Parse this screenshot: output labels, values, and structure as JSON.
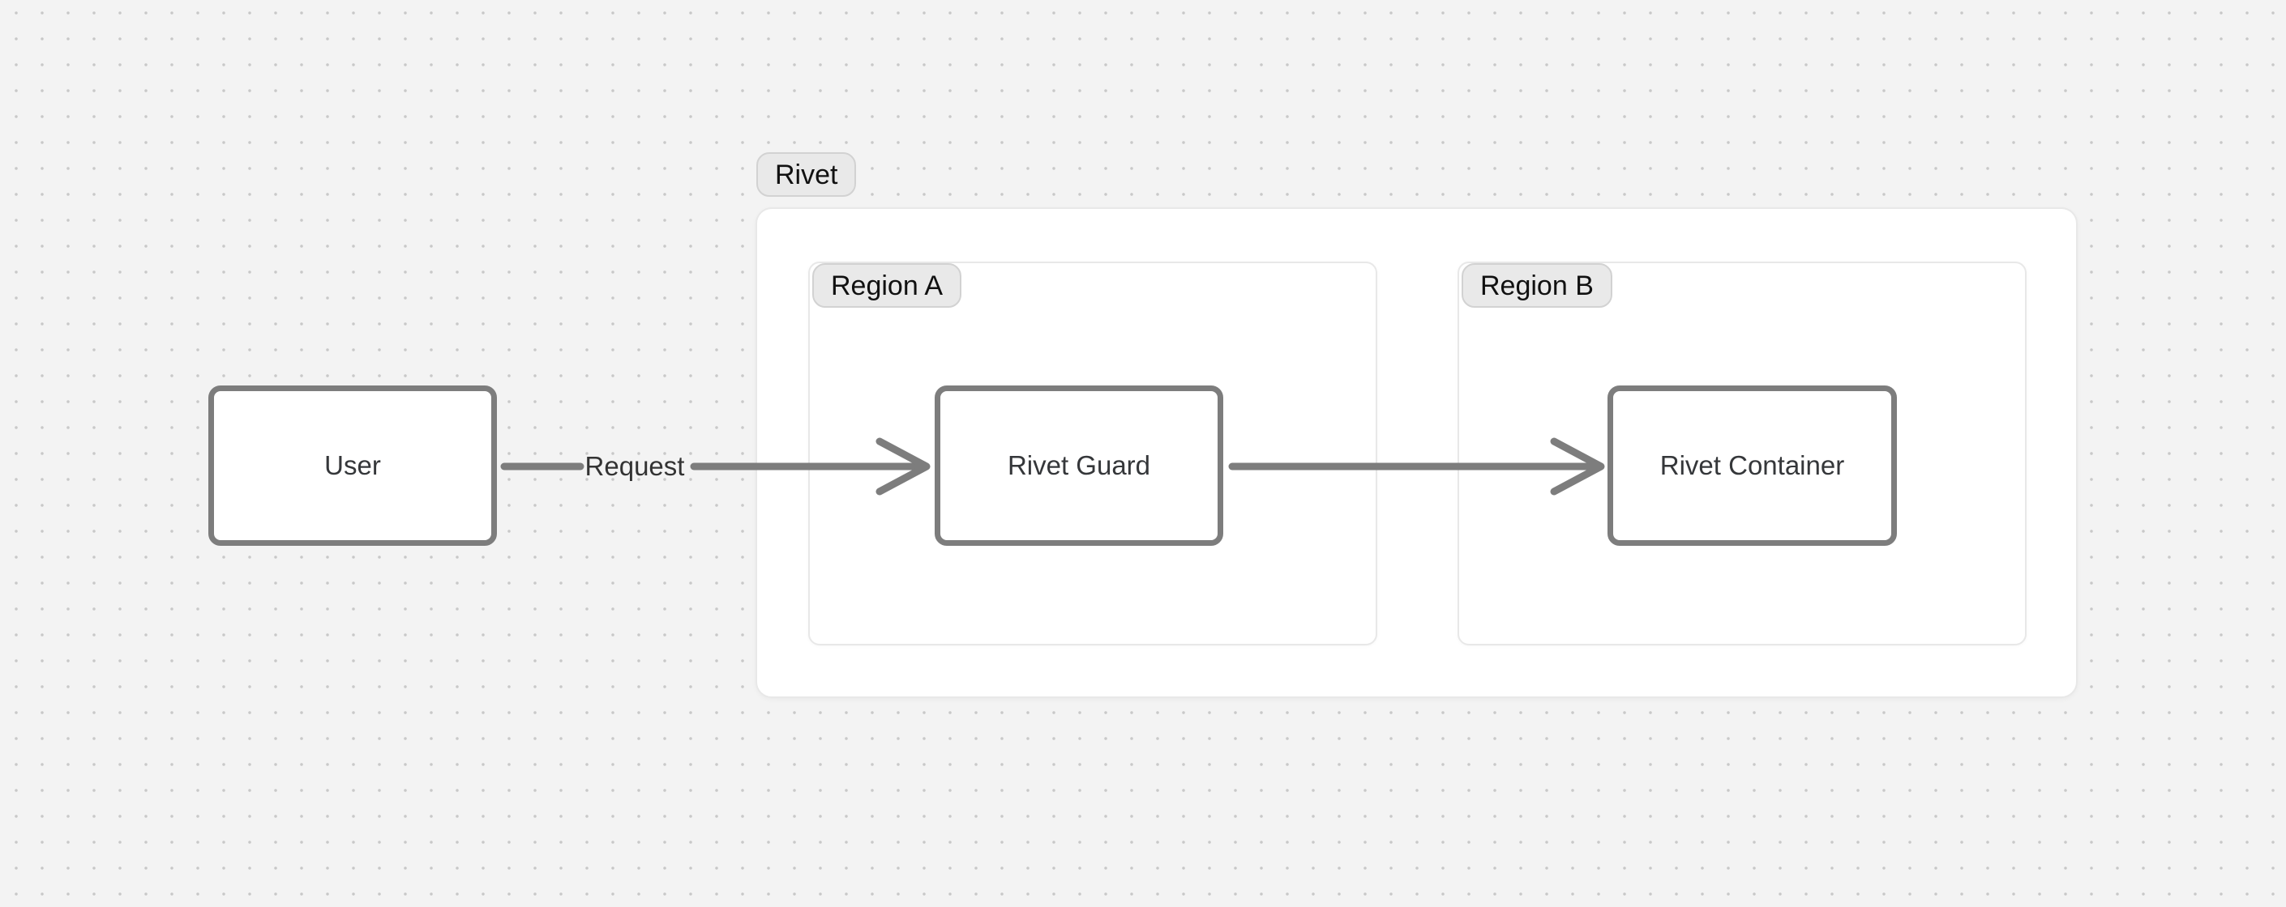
{
  "colors": {
    "canvas_bg": "#f3f3f3",
    "grid_dot": "#c8c8c8",
    "frame_bg": "#ffffff",
    "frame_border": "#e8e8e8",
    "badge_bg": "#e9e9e9",
    "badge_border": "#d2d2d2",
    "badge_text": "#111111",
    "node_bg": "#ffffff",
    "node_border": "#7d7d7d",
    "node_text": "#35373a",
    "edge": "#7d7d7d",
    "edge_label_text": "#333333"
  },
  "diagram": {
    "groups": {
      "rivet": {
        "label": "Rivet"
      },
      "region_a": {
        "label": "Region A"
      },
      "region_b": {
        "label": "Region B"
      }
    },
    "nodes": {
      "user": {
        "label": "User"
      },
      "rivet_guard": {
        "label": "Rivet Guard"
      },
      "rivet_container": {
        "label": "Rivet Container"
      }
    },
    "edges": {
      "user_to_rivet_guard": {
        "label": "Request"
      },
      "rivet_guard_to_rivet_container": {
        "label": ""
      }
    }
  }
}
